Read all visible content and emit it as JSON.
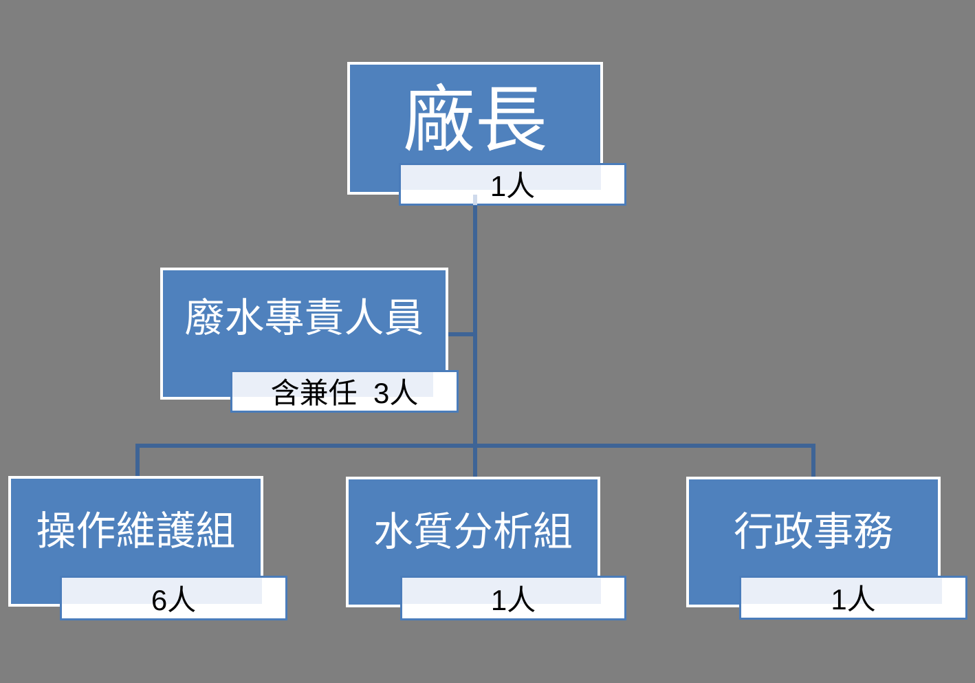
{
  "theme": {
    "background": "#7f7f7f",
    "node_fill": "#4f81bd",
    "node_border": "#ffffff",
    "node_text": "#ffffff",
    "connector": "#3e6496",
    "badge_border": "#4a7cba",
    "badge_background": "#ffffff",
    "badge_highlight": "#eaeff8",
    "badge_text": "#000000",
    "connector_ghost": "#cfdaec"
  },
  "org_chart": {
    "nodes": [
      {
        "id": "director",
        "label": "廠長",
        "headcount": "1人"
      },
      {
        "id": "wastewater-officer",
        "label": "廢水專責人員",
        "headcount": "含兼任  3人"
      },
      {
        "id": "operations-maintenance",
        "label": "操作維護組",
        "headcount": "6人"
      },
      {
        "id": "water-quality-analysis",
        "label": "水質分析組",
        "headcount": "1人"
      },
      {
        "id": "administrative-affairs",
        "label": "行政事務",
        "headcount": "1人"
      }
    ]
  }
}
